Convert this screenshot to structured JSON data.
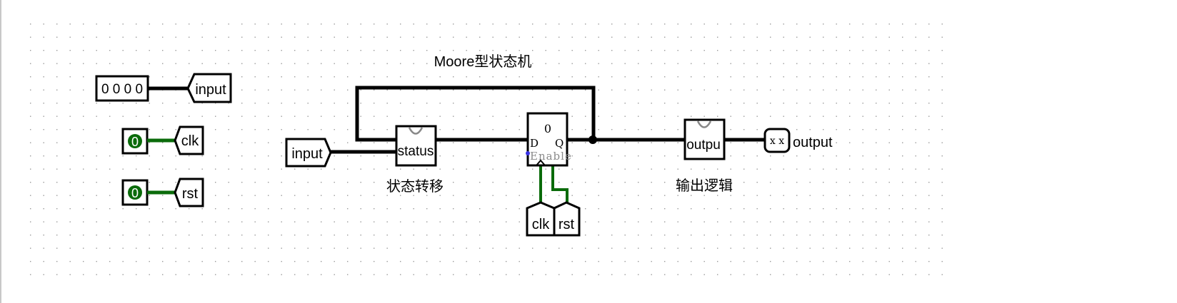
{
  "title": "Moore型状态机",
  "colors": {
    "wire_data": "#000000",
    "wire_on": "#0a6b0a",
    "pin_on_fill": "#0a6b0a",
    "grid_dot": "#9a9a9a",
    "enable_text": "#8a8a8a",
    "dot_blue": "#3a33e6"
  },
  "left_inputs": {
    "input_pin_value": "0 0 0 0",
    "input_tunnel": "input",
    "clk_pin_value": "0",
    "clk_tunnel": "clk",
    "rst_pin_value": "0",
    "rst_tunnel": "rst"
  },
  "circuit": {
    "input_tunnel": "input",
    "status_block": "status",
    "status_caption": "状态转移",
    "register": {
      "value": "0",
      "d_label": "D",
      "q_label": "Q",
      "enable_label": "Enable"
    },
    "clk_tunnel": "clk",
    "rst_tunnel": "rst",
    "output_block": "outpu",
    "output_caption": "输出逻辑",
    "output_probe": "x x",
    "output_label": "output"
  }
}
